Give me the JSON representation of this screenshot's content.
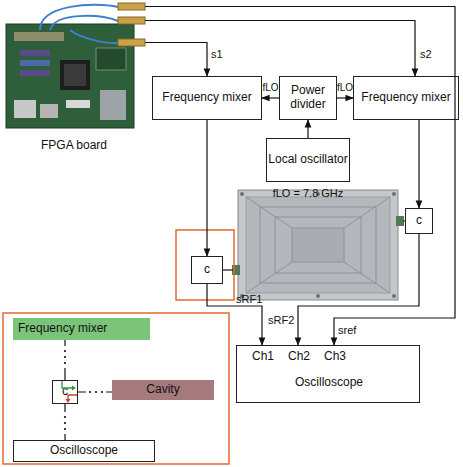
{
  "diagram": {
    "nodes": [
      {
        "text": [
          "FPGA board"
        ]
      },
      {
        "text": [
          "Frequency mixer"
        ]
      },
      {
        "text": [
          "Power divider"
        ]
      },
      {
        "text": [
          "Frequency mixer"
        ]
      },
      {
        "text": [
          "Local oscillator"
        ]
      },
      {
        "text": [
          "c"
        ]
      },
      {
        "text": [
          "c"
        ]
      },
      {
        "text": [
          "Ch1",
          "Ch2",
          "Ch3",
          "Oscilloscope"
        ]
      },
      {
        "text": [
          "Frequency mixer"
        ]
      },
      {
        "text": [
          "c"
        ]
      },
      {
        "text": [
          "Cavity"
        ]
      },
      {
        "text": [
          "Oscilloscope"
        ]
      }
    ],
    "edges": [
      {
        "from": 0,
        "to": 1,
        "arrow": "to",
        "label": "s1"
      },
      {
        "from": 0,
        "to": 3,
        "arrow": "to",
        "label": "s2"
      },
      {
        "from": 0,
        "to": 7,
        "arrow": "to",
        "label": "sref"
      },
      {
        "from": 2,
        "to": 1,
        "arrow": "to",
        "label": "fLO"
      },
      {
        "from": 2,
        "to": 3,
        "arrow": "to",
        "label": "fLO"
      },
      {
        "from": 4,
        "to": 2,
        "arrow": "to"
      },
      {
        "from": 1,
        "to": 5,
        "arrow": "to"
      },
      {
        "from": 3,
        "to": 6,
        "arrow": "to"
      },
      {
        "from": 5,
        "to": 7,
        "arrow": "to",
        "label": "sRF1"
      },
      {
        "from": 6,
        "to": 7,
        "arrow": "to",
        "label": "sRF2"
      },
      {
        "from": 8,
        "to": 9,
        "arrow": "none"
      },
      {
        "from": 9,
        "to": 10,
        "arrow": "none"
      },
      {
        "from": 9,
        "to": 11,
        "arrow": "none"
      }
    ],
    "labels": [
      "fLO = 7.8 GHz"
    ]
  }
}
